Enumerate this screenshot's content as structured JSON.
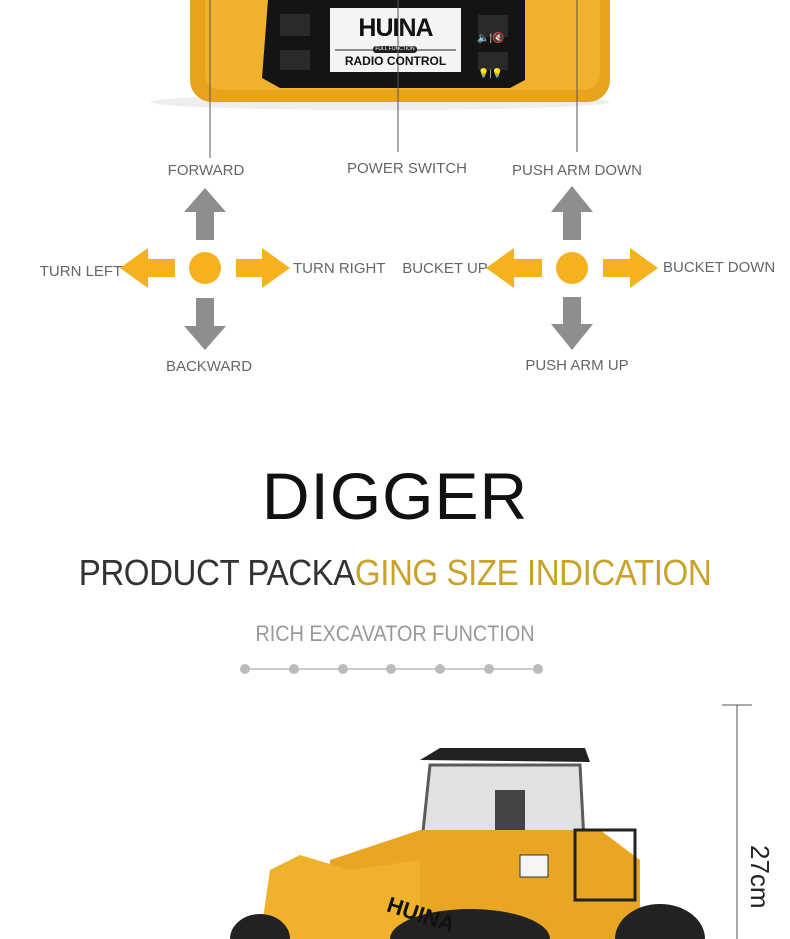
{
  "remote": {
    "brand": "HUINA",
    "badge": "FULL FUNCTION",
    "label": "RADIO CONTROL"
  },
  "callouts": {
    "forward": "FORWARD",
    "power_switch": "POWER SWITCH",
    "push_arm_down": "PUSH ARM DOWN",
    "turn_left": "TURN LEFT",
    "turn_right": "TURN RIGHT",
    "backward": "BACKWARD",
    "bucket_up": "BUCKET UP",
    "bucket_down": "BUCKET DOWN",
    "push_arm_up": "PUSH ARM UP"
  },
  "colors": {
    "accent": "#f5b21e",
    "arrow_gray": "#8e8e8e",
    "gold": "#c9a22b"
  },
  "heading": {
    "title": "DIGGER",
    "subtitle_a": "PRODUCT PACKA",
    "subtitle_b": "GING SIZE INDICATION",
    "tagline": "RICH EXCAVATOR FUNCTION"
  },
  "product": {
    "height_label": "27cm",
    "brand": "HUINA"
  }
}
